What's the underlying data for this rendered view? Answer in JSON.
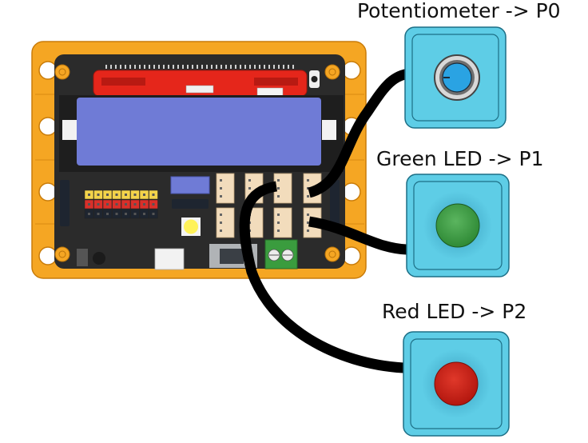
{
  "diagram": {
    "title": "Expansion board wiring diagram",
    "modules": [
      {
        "id": "potentiometer",
        "label": "Potentiometer -> P0",
        "type": "potentiometer",
        "port": "P0",
        "color": "#2aa3e3"
      },
      {
        "id": "green-led",
        "label": "Green LED -> P1",
        "type": "led",
        "port": "P1",
        "color": "#3f9e45"
      },
      {
        "id": "red-led",
        "label": "Red LED -> P2",
        "type": "led",
        "port": "P2",
        "color": "#d92418"
      }
    ],
    "board": {
      "frame_color": "#f5a623",
      "pcb_color": "#2b2b2b",
      "battery_color": "#6f7bd6",
      "edge_connector_color": "#e5261b",
      "jst_port_color": "#f2dcbc",
      "terminal_block_color": "#3a9c3e",
      "header_rows": [
        "#f3d34a",
        "#d9302a",
        "#1e2530"
      ]
    },
    "module_case_color": "#5ecde6",
    "cable_color": "#000000"
  }
}
